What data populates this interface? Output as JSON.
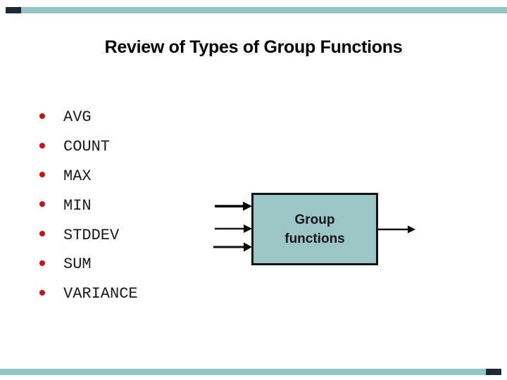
{
  "slide": {
    "title": "Review of Types of Group Functions",
    "bullet_items": [
      "AVG",
      "COUNT",
      "MAX",
      "MIN",
      "STDDEV",
      "SUM",
      "VARIANCE"
    ],
    "diagram": {
      "box_label": [
        "Group",
        "functions"
      ],
      "input_arrow_count": 3,
      "output_arrow_count": 1
    },
    "colors": {
      "background": "#ffffff",
      "title_text": "#000000",
      "list_text": "#1a1a1a",
      "bullet_dot": "#cc1111",
      "box_fill": "#9cc6c5",
      "box_border": "#111111",
      "accent_bar_teal": "#93c5c4",
      "accent_bar_dark": "#1b2a36"
    }
  }
}
